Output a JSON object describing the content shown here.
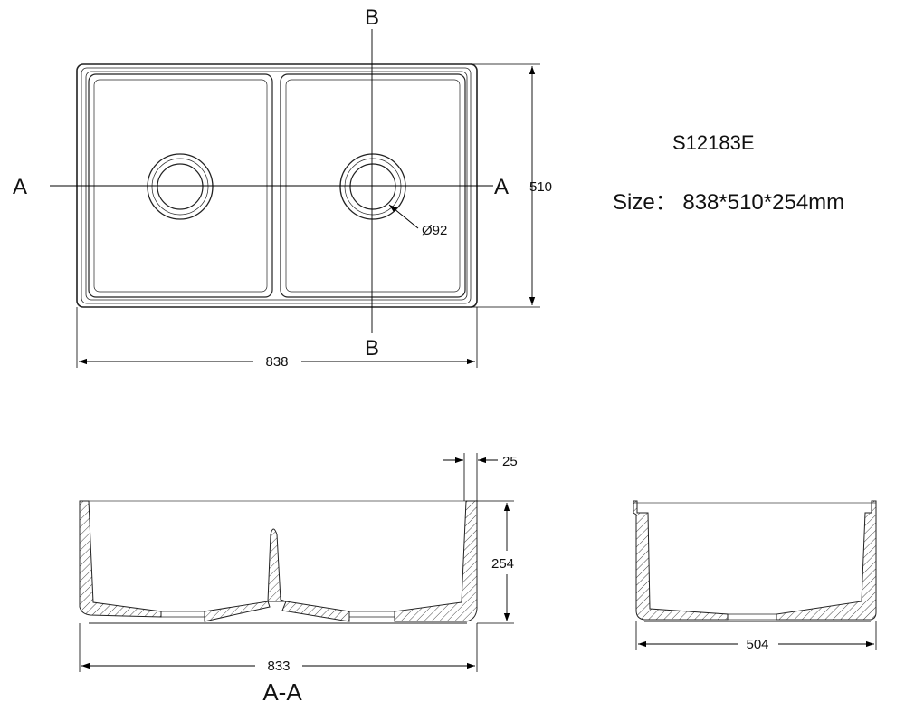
{
  "product": {
    "model": "S12183E",
    "size_text": "Size： 838*510*254mm"
  },
  "plan_view": {
    "section_a": "A",
    "section_b": "B",
    "width": "838",
    "depth": "510",
    "drain": "Ø92"
  },
  "section_aa": {
    "title": "A-A",
    "width": "833",
    "height": "254",
    "wall": "25"
  },
  "section_bb": {
    "width": "504"
  }
}
